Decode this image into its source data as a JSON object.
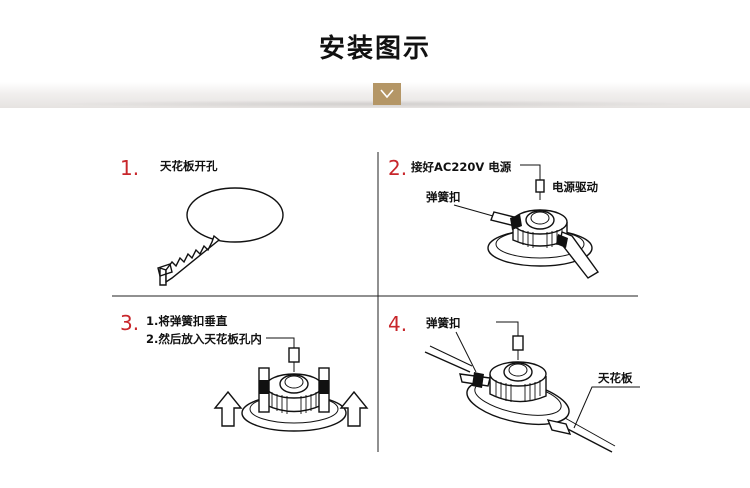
{
  "header": {
    "title": "安装图示"
  },
  "steps": [
    {
      "number": "1.",
      "text": "天花板开孔"
    },
    {
      "number": "2.",
      "text": "接好AC220V 电源",
      "callouts": [
        "电源驱动",
        "弹簧扣"
      ]
    },
    {
      "number": "3.",
      "lines": [
        "1.将弹簧扣垂直",
        "2.然后放入天花板孔内"
      ]
    },
    {
      "number": "4.",
      "callouts": [
        "弹簧扣",
        "天花板"
      ]
    }
  ],
  "colors": {
    "step_number": "#c8262b",
    "accent_badge": "#b49666"
  },
  "icons": [
    "chevron-down-icon",
    "saw-icon",
    "downlight-icon",
    "up-arrow-icon"
  ]
}
